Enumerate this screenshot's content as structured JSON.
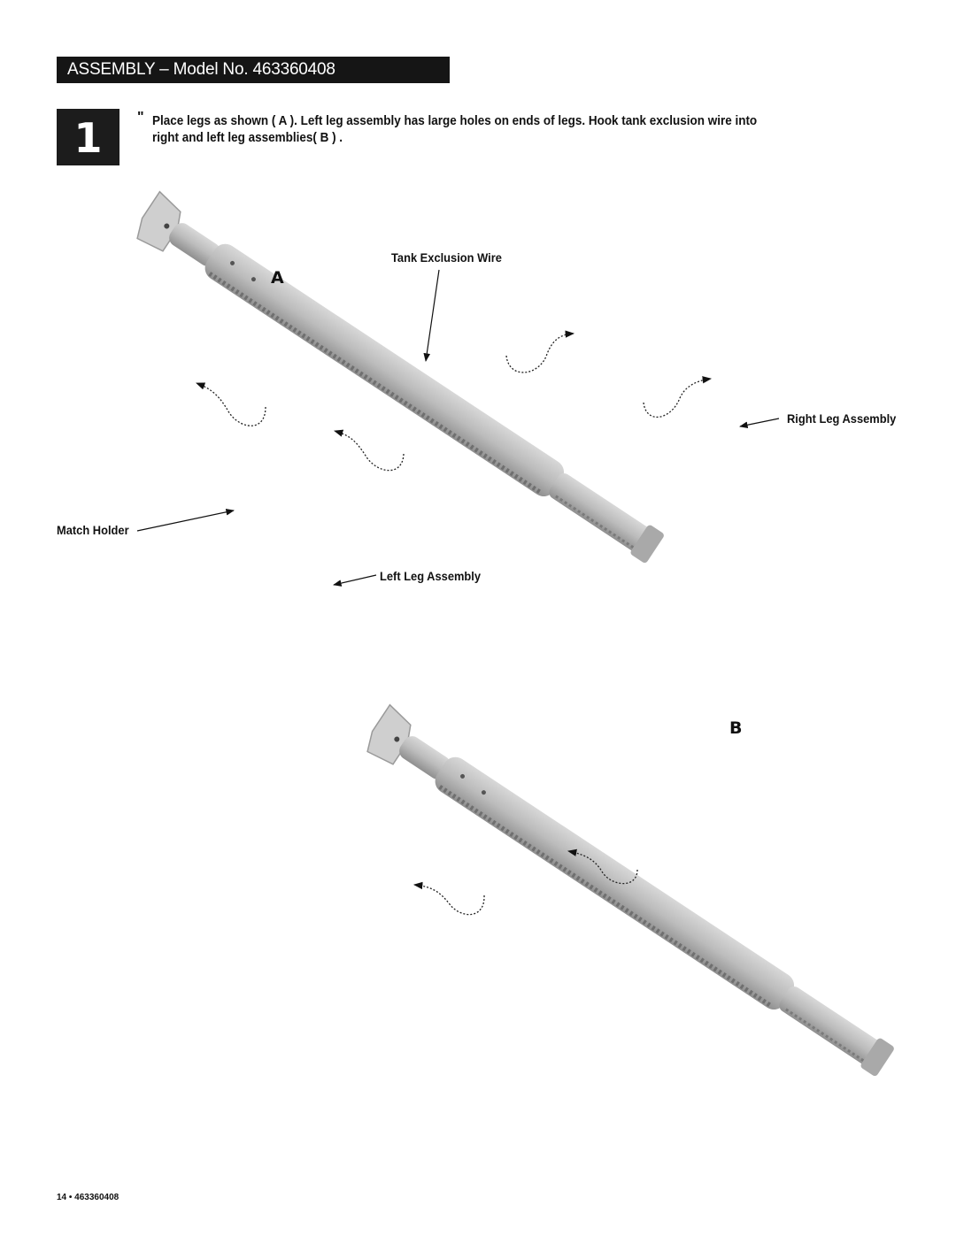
{
  "header": {
    "title": "ASSEMBLY – Model No. 463360408"
  },
  "step": {
    "number": "1",
    "bullet": "\"",
    "instruction": "Place legs as shown ( A ).  Left leg assembly has large holes on ends of legs. Hook tank exclusion wire into right and left leg assemblies( B ) ."
  },
  "figure_a": {
    "letter": "A",
    "callouts": {
      "tank_exclusion_wire": "Tank Exclusion Wire",
      "right_leg_assembly": "Right Leg Assembly",
      "match_holder": "Match Holder",
      "left_leg_assembly": "Left Leg Assembly"
    }
  },
  "figure_b": {
    "letter": "B"
  },
  "footer": {
    "page": "14 • 463360408"
  },
  "colors": {
    "header_bg": "#151515",
    "step_bg": "#1c1c1c",
    "burner_fill": "#bdbdbd",
    "burner_shade": "#8a8a8a"
  }
}
